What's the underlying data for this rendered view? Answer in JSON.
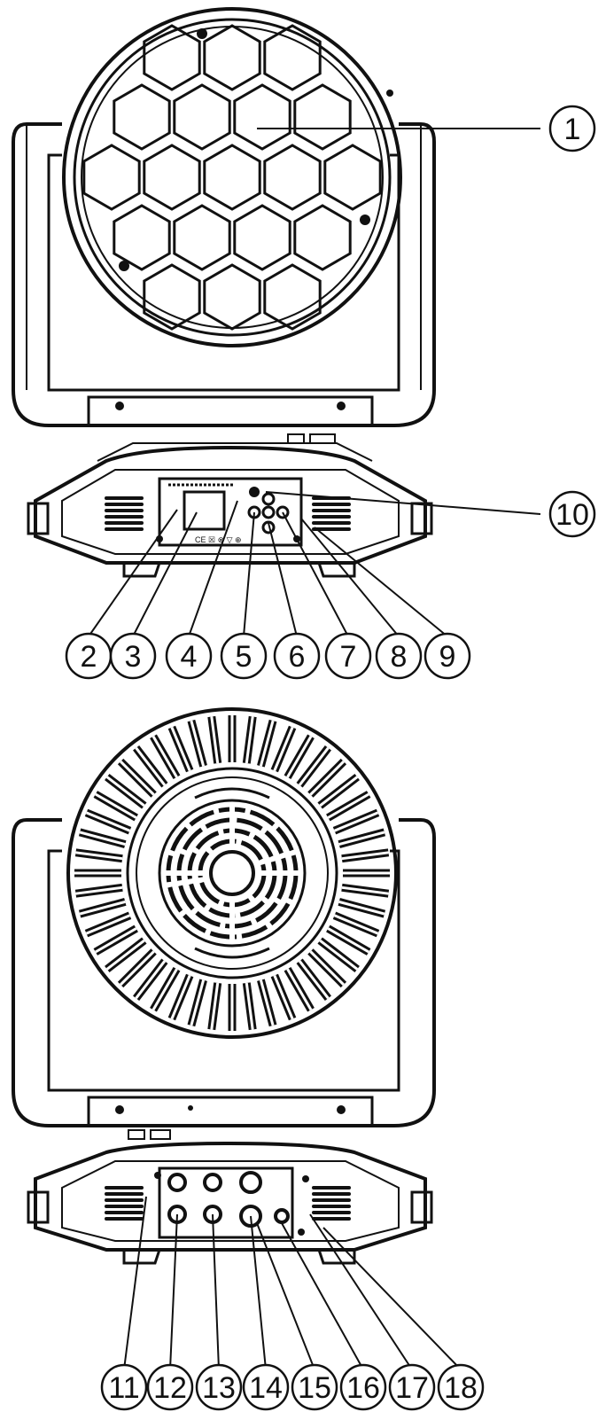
{
  "callouts": [
    {
      "id": "c1",
      "label": "1"
    },
    {
      "id": "c2",
      "label": "2"
    },
    {
      "id": "c3",
      "label": "3"
    },
    {
      "id": "c4",
      "label": "4"
    },
    {
      "id": "c5",
      "label": "5"
    },
    {
      "id": "c6",
      "label": "6"
    },
    {
      "id": "c7",
      "label": "7"
    },
    {
      "id": "c8",
      "label": "8"
    },
    {
      "id": "c9",
      "label": "9"
    },
    {
      "id": "c10",
      "label": "10"
    },
    {
      "id": "c11",
      "label": "11"
    },
    {
      "id": "c12",
      "label": "12"
    },
    {
      "id": "c13",
      "label": "13"
    },
    {
      "id": "c14",
      "label": "14"
    },
    {
      "id": "c15",
      "label": "15"
    },
    {
      "id": "c16",
      "label": "16"
    },
    {
      "id": "c17",
      "label": "17"
    },
    {
      "id": "c18",
      "label": "18"
    }
  ],
  "colors": {
    "ink": "#111111",
    "background": "#ffffff"
  }
}
